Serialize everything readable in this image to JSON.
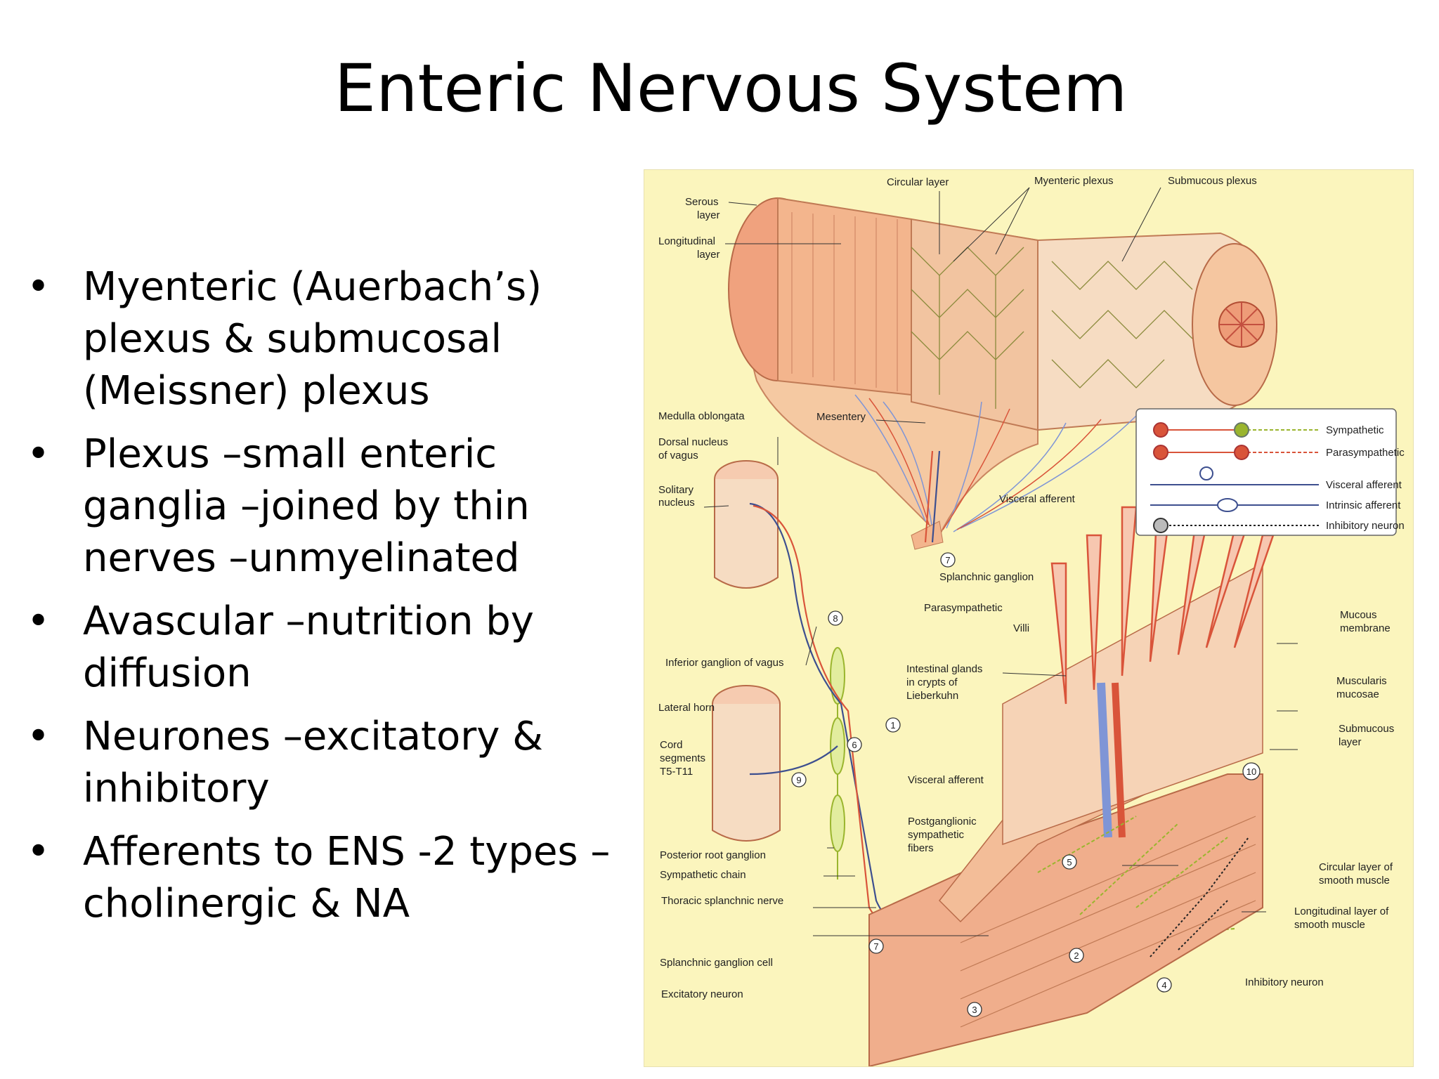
{
  "slide": {
    "title": "Enteric Nervous System",
    "bullets": [
      "Myenteric (Auerbach’s) plexus & submucosal (Meissner) plexus",
      "Plexus –small enteric ganglia –joined by thin nerves –unmyelinated",
      "Avascular –nutrition by diffusion",
      "Neurones –excitatory & inhibitory",
      "Afferents to ENS -2 types – cholinergic & NA"
    ],
    "bullet_symbol": "•"
  },
  "figure": {
    "labels": {
      "circular_layer": "Circular layer",
      "myenteric_plexus": "Myenteric plexus",
      "submucous_plexus": "Submucous plexus",
      "serous": "Serous",
      "serous2": "layer",
      "longitudinal": "Longitudinal",
      "longitudinal2": "layer",
      "medulla": "Medulla oblongata",
      "mesentery": "Mesentery",
      "dorsal1": "Dorsal nucleus",
      "dorsal2": "of vagus",
      "solitary1": "Solitary",
      "solitary2": "nucleus",
      "visceral_afferent_top": "Visceral afferent",
      "splanchnic_ganglion": "Splanchnic ganglion",
      "parasympathetic_lbl": "Parasympathetic",
      "villi": "Villi",
      "mucous1": "Mucous",
      "mucous2": "membrane",
      "inferior_ganglion": "Inferior ganglion of vagus",
      "intestinal1": "Intestinal glands",
      "intestinal2": "in crypts of",
      "intestinal3": "Lieberkuhn",
      "muscularis1": "Muscularis",
      "muscularis2": "mucosae",
      "lateral_horn": "Lateral horn",
      "submucous1": "Submucous",
      "submucous2": "layer",
      "cord1": "Cord",
      "cord2": "segments",
      "cord3": "T5-T11",
      "visceral_afferent_mid": "Visceral afferent",
      "postgang1": "Postganglionic",
      "postgang2": "sympathetic",
      "postgang3": "fibers",
      "posterior_root": "Posterior root ganglion",
      "sympathetic_chain": "Sympathetic chain",
      "circular_muscle1": "Circular layer of",
      "circular_muscle2": "smooth muscle",
      "thoracic": "Thoracic splanchnic nerve",
      "longitudinal_muscle1": "Longitudinal layer of",
      "longitudinal_muscle2": "smooth muscle",
      "splanchnic_cell": "Splanchnic ganglion cell",
      "inhibitory_neuron": "Inhibitory neuron",
      "excitatory_neuron": "Excitatory neuron"
    },
    "legend": {
      "sympathetic": "Sympathetic",
      "parasympathetic": "Parasympathetic",
      "visceral_afferent": "Visceral afferent",
      "intrinsic_afferent": "Intrinsic afferent",
      "inhibitory_neuron": "Inhibitory neuron"
    },
    "numbers": [
      "1",
      "2",
      "3",
      "4",
      "5",
      "6",
      "7",
      "7",
      "8",
      "9",
      "10"
    ],
    "colors": {
      "background": "#fbf5bd",
      "muscle": "#f3b58d",
      "sympathetic": "#d9543a",
      "parasympathetic": "#9ab52e",
      "afferent": "#3d4f8f",
      "vein": "#7f95d6"
    }
  }
}
